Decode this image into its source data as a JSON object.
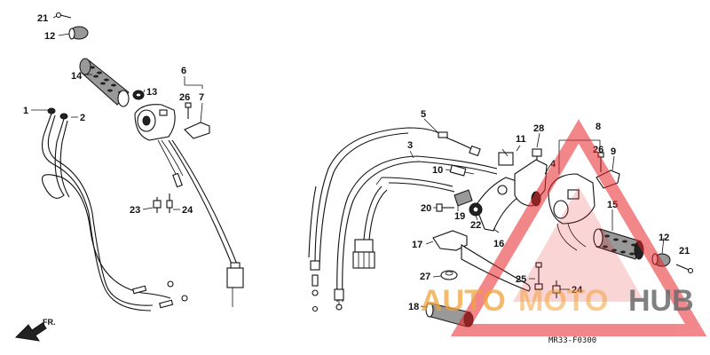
{
  "callouts": {
    "n21a": "21",
    "n12a": "12",
    "n14": "14",
    "n6": "6",
    "n13": "13",
    "n26a": "26",
    "n7": "7",
    "n1": "1",
    "n2": "2",
    "n23": "23",
    "n24a": "24",
    "n5": "5",
    "n3": "3",
    "n11": "11",
    "n28": "28",
    "n8": "8",
    "n26b": "26",
    "n9": "9",
    "n10": "10",
    "n4": "4",
    "n20": "20",
    "n19": "19",
    "n22": "22",
    "n15": "15",
    "n17": "17",
    "n16": "16",
    "n12b": "12",
    "n21b": "21",
    "n27": "27",
    "n25": "25",
    "n24b": "24",
    "n18": "18"
  },
  "diagram_code": "MR33-F0300",
  "front_marker": "FR.",
  "watermark": {
    "part1": "AUTO",
    "part2": "MOTO",
    "part3": "HUB",
    "color_primary": "#f2a13a",
    "color_triangle": "#e8262b",
    "color_secondary": "#6b6b6b"
  }
}
